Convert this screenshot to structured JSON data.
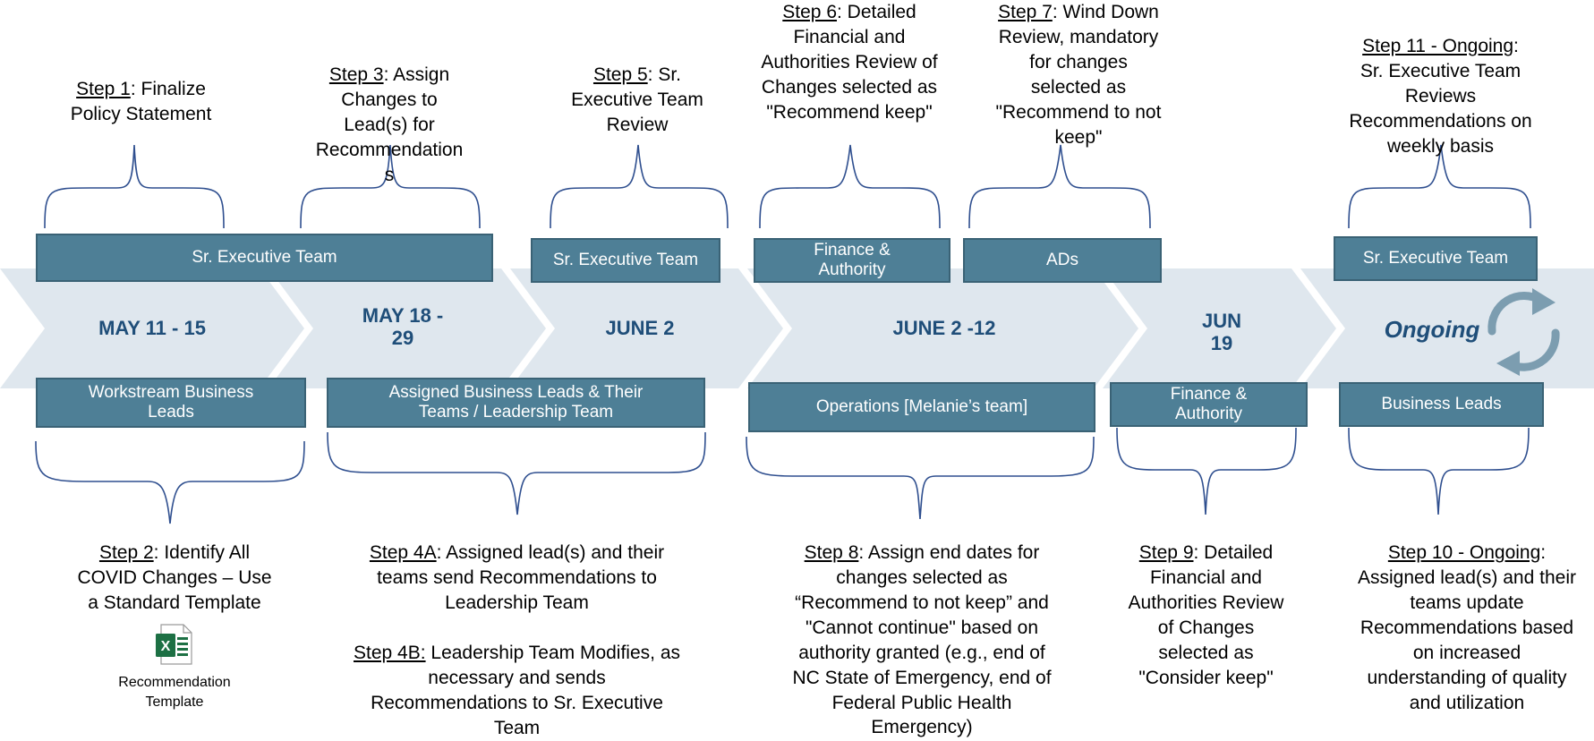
{
  "colors": {
    "chevron": "#dfe7ee",
    "box_fill": "#4e7f96",
    "box_border": "#3a6275",
    "date_text": "#1f4e79",
    "brace": "#2f4f8f",
    "excel_green": "#1d7044"
  },
  "phases": [
    {
      "date": "MAY 11 - 15"
    },
    {
      "date": "MAY 18 -\n29"
    },
    {
      "date": "JUNE 2"
    },
    {
      "date": "JUNE 2 -12"
    },
    {
      "date": "JUN\n19"
    },
    {
      "date": "Ongoing"
    }
  ],
  "top_boxes": [
    "Sr. Executive Team",
    "Sr. Executive Team",
    "Finance &\nAuthority",
    "ADs",
    "Sr. Executive Team"
  ],
  "bottom_boxes": [
    "Workstream Business\nLeads",
    "Assigned Business Leads & Their\nTeams / Leadership Team",
    "Operations [Melanie’s team]",
    "Finance &\nAuthority",
    "Business Leads"
  ],
  "steps": {
    "s1": {
      "label": "Step 1",
      "text": ": Finalize\nPolicy Statement"
    },
    "s3": {
      "label": "Step 3",
      "text": ": Assign\nChanges to\nLead(s) for\nRecommendation\ns"
    },
    "s5": {
      "label": "Step 5",
      "text": ": Sr.\nExecutive Team\nReview"
    },
    "s6": {
      "label": "Step 6",
      "text": ": Detailed\nFinancial and\nAuthorities Review of\nChanges selected as\n\"Recommend keep\""
    },
    "s7": {
      "label": "Step 7",
      "text": ": Wind Down\nReview, mandatory\nfor changes\nselected as\n\"Recommend to not\nkeep\""
    },
    "s11": {
      "label": "Step 11 - Ongoing",
      "text": ":\nSr. Executive Team\nReviews\nRecommendations on\nweekly basis"
    },
    "s2": {
      "label": "Step 2",
      "text": ": Identify All\nCOVID Changes – Use\na Standard Template"
    },
    "s4a": {
      "label": "Step 4A",
      "text": ": Assigned lead(s) and their\nteams send Recommendations to\nLeadership Team"
    },
    "s4b": {
      "label": "Step 4B:",
      "text": " Leadership Team Modifies, as\nnecessary and sends\nRecommendations to Sr. Executive\nTeam"
    },
    "s8": {
      "label": "Step 8",
      "text": ": Assign end dates for\nchanges selected as\n“Recommend to not keep” and\n\"Cannot continue\"  based on\nauthority granted (e.g., end of\nNC State of Emergency, end of\nFederal Public Health\nEmergency)"
    },
    "s9": {
      "label": "Step 9",
      "text": ": Detailed\nFinancial and\nAuthorities Review\nof Changes\nselected as\n\"Consider keep\""
    },
    "s10": {
      "label": "Step 10 - Ongoing",
      "text": ":\nAssigned lead(s) and their\nteams update\nRecommendations based\non increased\nunderstanding of quality\nand utilization"
    }
  },
  "template_file": {
    "icon": "excel-file-icon",
    "icon_letter": "X",
    "label": "Recommendation\nTemplate"
  },
  "cycle_icon": "cycle-arrows-icon"
}
